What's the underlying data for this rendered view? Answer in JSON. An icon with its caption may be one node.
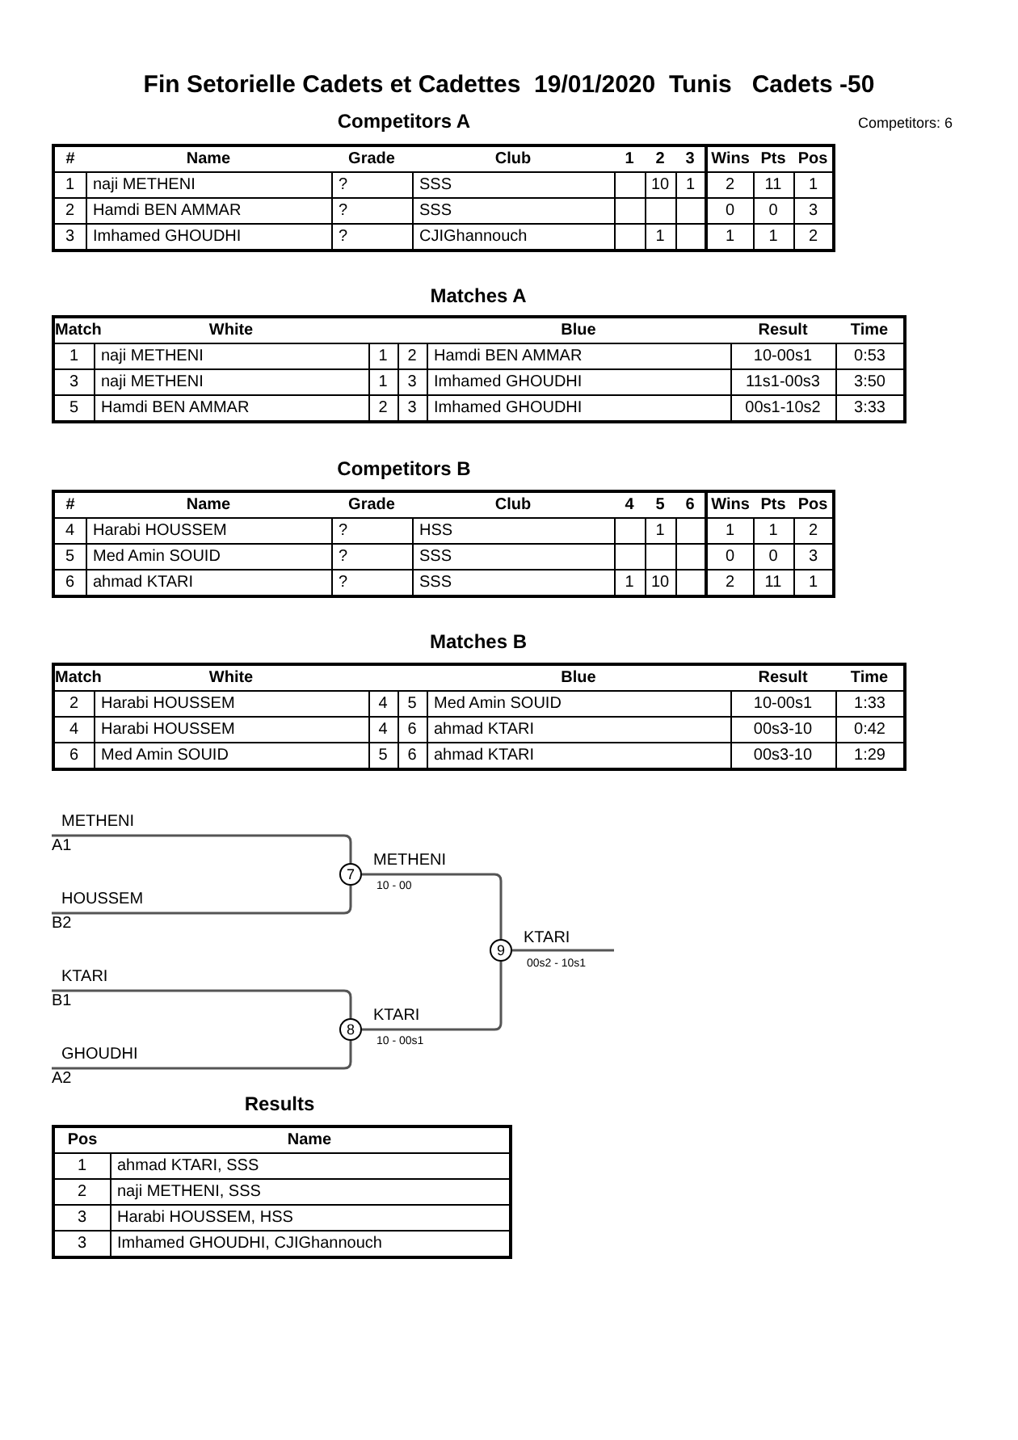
{
  "diagram": {
    "title": "Fin Setorielle Cadets et Cadettes  19/01/2020  Tunis   Cadets -50",
    "nodes": [
      {
        "text": [
          "METHENI"
        ],
        "beside": [
          "A1"
        ]
      },
      {
        "text": [
          "HOUSSEM"
        ],
        "beside": [
          "B2"
        ]
      },
      {
        "text": [
          "KTARI"
        ],
        "beside": [
          "B1"
        ]
      },
      {
        "text": [
          "GHOUDHI"
        ],
        "beside": [
          "A2"
        ]
      },
      {
        "text": [
          "7"
        ],
        "beside": [
          "METHENI",
          "10 - 00"
        ]
      },
      {
        "text": [
          "8"
        ],
        "beside": [
          "KTARI",
          "10 - 00s1"
        ]
      },
      {
        "text": [
          "9"
        ],
        "beside": [
          "KTARI",
          "00s2 - 10s1"
        ]
      }
    ],
    "edges": [
      {
        "from": 0,
        "to": 4,
        "arrow": "none"
      },
      {
        "from": 1,
        "to": 4,
        "arrow": "none"
      },
      {
        "from": 2,
        "to": 5,
        "arrow": "none"
      },
      {
        "from": 3,
        "to": 5,
        "arrow": "none"
      },
      {
        "from": 4,
        "to": 6,
        "arrow": "none"
      },
      {
        "from": 5,
        "to": 6,
        "arrow": "none"
      },
      {
        "from": 6,
        "to": null,
        "arrow": "none"
      }
    ],
    "labels": [
      "Competitors A",
      "Competitors: 6",
      "#",
      "Name",
      "Grade",
      "Club",
      "1",
      "2",
      "3",
      "Wins",
      "Pts",
      "Pos",
      "1",
      "naji METHENI",
      "?",
      "SSS",
      "10",
      "1",
      "2",
      "11",
      "1",
      "2",
      "Hamdi BEN AMMAR",
      "?",
      "SSS",
      "0",
      "0",
      "3",
      "3",
      "Imhamed GHOUDHI",
      "?",
      "CJIGhannouch",
      "1",
      "1",
      "1",
      "2",
      "Matches A",
      "Match",
      "White",
      "Blue",
      "Result",
      "Time",
      "1",
      "naji METHENI",
      "1",
      "2",
      "Hamdi BEN AMMAR",
      "10-00s1",
      "0:53",
      "3",
      "naji METHENI",
      "1",
      "3",
      "Imhamed GHOUDHI",
      "11s1-00s3",
      "3:50",
      "5",
      "Hamdi BEN AMMAR",
      "2",
      "3",
      "Imhamed GHOUDHI",
      "00s1-10s2",
      "3:33",
      "Competitors B",
      "#",
      "Name",
      "Grade",
      "Club",
      "4",
      "5",
      "6",
      "Wins",
      "Pts",
      "Pos",
      "4",
      "Harabi HOUSSEM",
      "?",
      "HSS",
      "1",
      "1",
      "1",
      "2",
      "5",
      "Med Amin SOUID",
      "?",
      "SSS",
      "0",
      "0",
      "3",
      "6",
      "ahmad KTARI",
      "?",
      "SSS",
      "1",
      "10",
      "2",
      "11",
      "1",
      "Matches B",
      "Match",
      "White",
      "Blue",
      "Result",
      "Time",
      "2",
      "Harabi HOUSSEM",
      "4",
      "5",
      "Med Amin SOUID",
      "10-00s1",
      "1:33",
      "4",
      "Harabi HOUSSEM",
      "4",
      "6",
      "ahmad KTARI",
      "00s3-10",
      "0:42",
      "6",
      "Med Amin SOUID",
      "5",
      "6",
      "ahmad KTARI",
      "00s3-10",
      "1:29",
      "Results",
      "Pos",
      "Name",
      "1",
      "ahmad KTARI, SSS",
      "2",
      "naji METHENI, SSS",
      "3",
      "Harabi HOUSSEM, HSS",
      "3",
      "Imhamed GHOUDHI, CJIGhannouch"
    ]
  }
}
